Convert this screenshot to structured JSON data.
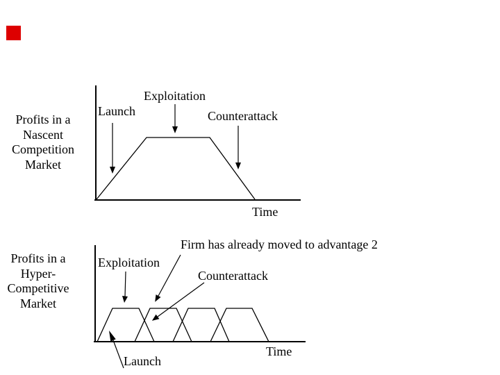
{
  "colors": {
    "background": "#ffffff",
    "line": "#000000",
    "text": "#000000",
    "marker_red": "#dd0000"
  },
  "top_chart": {
    "side_label_lines": [
      "Profits in a",
      "Nascent",
      "Competition",
      "Market"
    ],
    "labels": {
      "launch": "Launch",
      "exploitation": "Exploitation",
      "counterattack": "Counterattack"
    },
    "x_axis_label": "Time"
  },
  "bottom_chart": {
    "side_label_lines": [
      "Profits in a",
      "Hyper-",
      "Competitive",
      "Market"
    ],
    "labels": {
      "exploitation": "Exploitation",
      "firm_moved": "Firm has already moved to advantage 2",
      "counterattack": "Counterattack",
      "launch": "Launch"
    },
    "x_axis_label": "Time"
  }
}
